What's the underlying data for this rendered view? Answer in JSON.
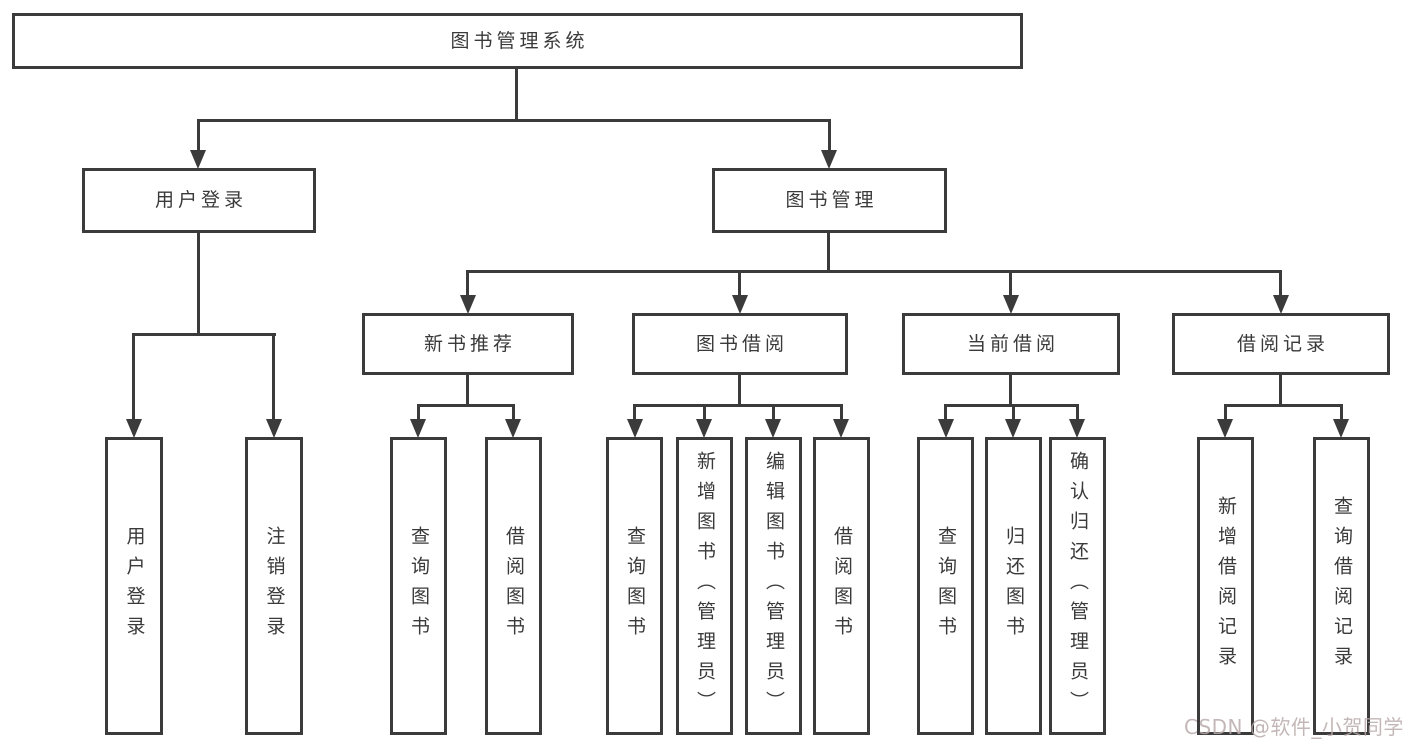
{
  "tree": {
    "root": "图书管理系统",
    "level2": [
      "用户登录",
      "图书管理"
    ],
    "level3": [
      "新书推荐",
      "图书借阅",
      "当前借阅",
      "借阅记录"
    ],
    "leaves": {
      "login": [
        "用户登录",
        "注销登录"
      ],
      "newbook": [
        "查询图书",
        "借阅图书"
      ],
      "borrow": [
        "查询图书",
        "新增图书（管理员）",
        "编辑图书（管理员）",
        "借阅图书"
      ],
      "current": [
        "查询图书",
        "归还图书",
        "确认归还（管理员）"
      ],
      "record": [
        "新增借阅记录",
        "查询借阅记录"
      ]
    }
  },
  "watermark": "CSDN @软件_小贺同学",
  "colors": {
    "line": "#3b3b3b",
    "box_border": "#3b3b3b",
    "box_fill": "#ffffff",
    "text": "#3a3a3a",
    "watermark": "#baaaaa"
  }
}
